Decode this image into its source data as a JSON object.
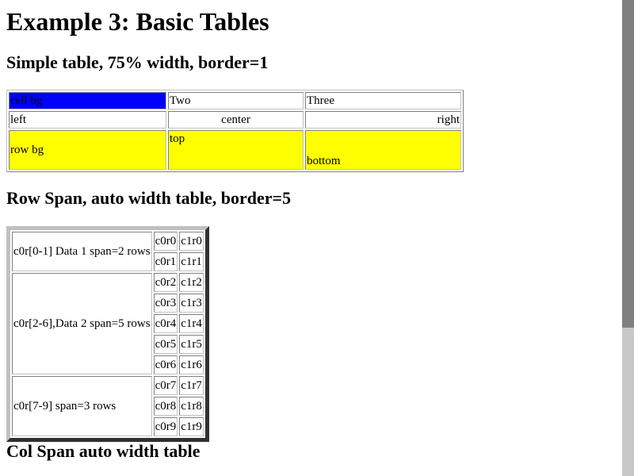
{
  "page": {
    "title": "Example 3: Basic Tables"
  },
  "sections": {
    "simple": {
      "heading": "Simple table, 75% width, border=1"
    },
    "rowspan": {
      "heading": "Row Span, auto width table, border=5"
    },
    "colspan": {
      "heading": "Col Span auto width table"
    }
  },
  "simple_table": {
    "rows": [
      [
        "cell bg",
        "Two",
        "Three"
      ],
      [
        "left",
        "center",
        "right"
      ],
      [
        "row bg",
        "top",
        "bottom"
      ]
    ]
  },
  "rowspan_table": {
    "groups": [
      "c0r[0-1] Data 1 span=2 rows",
      "c0r[2-6],Data 2 span=5 rows",
      "c0r[7-9] span=3 rows"
    ],
    "rows": [
      [
        "c0r0",
        "c1r0"
      ],
      [
        "c0r1",
        "c1r1"
      ],
      [
        "c0r2",
        "c1r2"
      ],
      [
        "c0r3",
        "c1r3"
      ],
      [
        "c0r4",
        "c1r4"
      ],
      [
        "c0r5",
        "c1r5"
      ],
      [
        "c0r6",
        "c1r6"
      ],
      [
        "c0r7",
        "c1r7"
      ],
      [
        "c0r8",
        "c1r8"
      ],
      [
        "c0r9",
        "c1r9"
      ]
    ]
  },
  "colors": {
    "cell_bg": "#0000ff",
    "row_bg": "#ffff00",
    "scrollbar_track": "#c8c8c8",
    "scrollbar_thumb": "#808080"
  }
}
